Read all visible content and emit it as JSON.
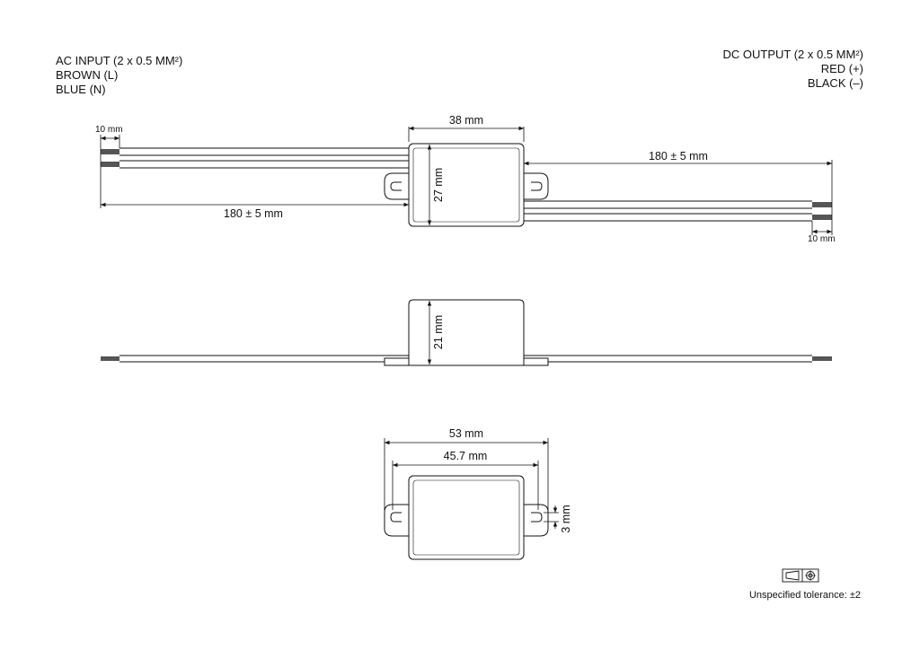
{
  "ac_input": {
    "title": "AC INPUT (2 x 0.5 MM²)",
    "line1": "BROWN (L)",
    "line2": "BLUE (N)"
  },
  "dc_output": {
    "title": "DC OUTPUT (2 x 0.5 MM²)",
    "line1": "RED (+)",
    "line2": "BLACK (–)"
  },
  "dimensions": {
    "top_width": "38 mm",
    "top_height": "27 mm",
    "left_strip": "10 mm",
    "left_cable": "180 ± 5 mm",
    "right_cable": "180 ± 5 mm",
    "right_strip": "10 mm",
    "side_height": "21 mm",
    "bottom_overall": "53 mm",
    "bottom_inner": "45.7 mm",
    "bottom_slot": "3 mm"
  },
  "tolerance": {
    "text": "Unspecified tolerance: ±2"
  }
}
